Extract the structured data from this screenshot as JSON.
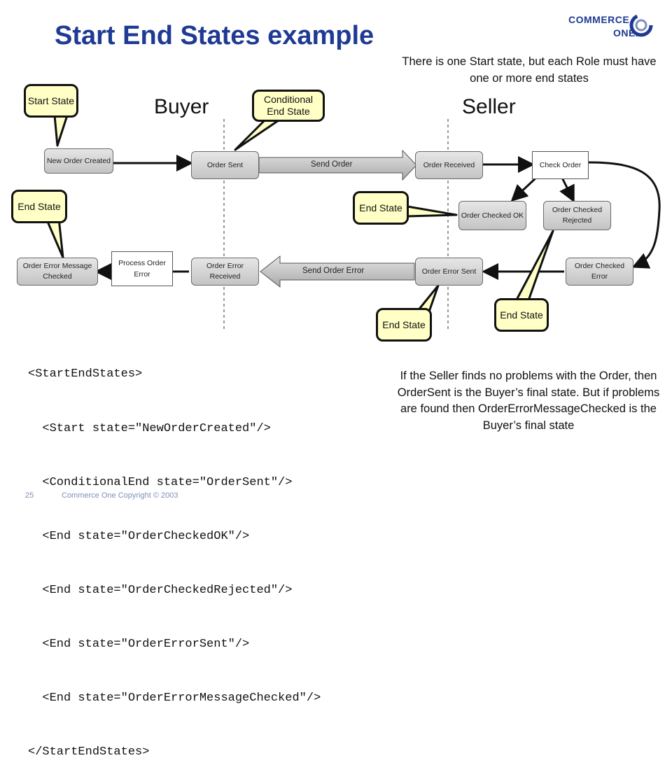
{
  "slide": {
    "title": "Start End States example",
    "logo": {
      "line1": "COMMERCE",
      "line2": "ONE."
    },
    "note_top": "There is one Start state, but each Role must have one or more end states",
    "lanes": {
      "buyer": "Buyer",
      "seller": "Seller"
    },
    "states": {
      "new_order_created": "New Order Created",
      "order_sent": "Order Sent",
      "order_received": "Order Received",
      "check_order": "Check Order",
      "order_checked_ok": "Order Checked OK",
      "order_checked_rejected": "Order Checked Rejected",
      "order_checked_error": "Order Checked Error",
      "order_error_sent": "Order Error Sent",
      "order_error_received": "Order Error Received",
      "process_order_error": "Process Order Error",
      "order_error_message_checked": "Order Error Message Checked"
    },
    "messages": {
      "send_order": "Send Order",
      "send_order_error": "Send Order Error"
    },
    "callouts": {
      "start_state": "Start State",
      "conditional_end_state": "Conditional End State",
      "end_state_left": "End State",
      "end_state_ok": "End State",
      "end_state_error_sent": "End State",
      "end_state_rejected": "End State"
    },
    "code_lines": [
      "<StartEndStates>",
      "  <Start state=\"NewOrderCreated\"/>",
      "  <ConditionalEnd state=\"OrderSent\"/>",
      "  <End state=\"OrderCheckedOK\"/>",
      "  <End state=\"OrderCheckedRejected\"/>",
      "  <End state=\"OrderErrorSent\"/>",
      "  <End state=\"OrderErrorMessageChecked\"/>",
      "</StartEndStates>"
    ],
    "note_bottom": "If the Seller finds no problems with the Order, then OrderSent is the Buyer’s final state. But if problems are found then OrderErrorMessageChecked is the Buyer’s final state",
    "footer": {
      "page": "25",
      "copyright": "Commerce One Copyright © 2003"
    },
    "colors": {
      "title": "#1f3a93",
      "callout_fill": "#ffffc6",
      "state_fill": "#d4d4d4"
    }
  }
}
